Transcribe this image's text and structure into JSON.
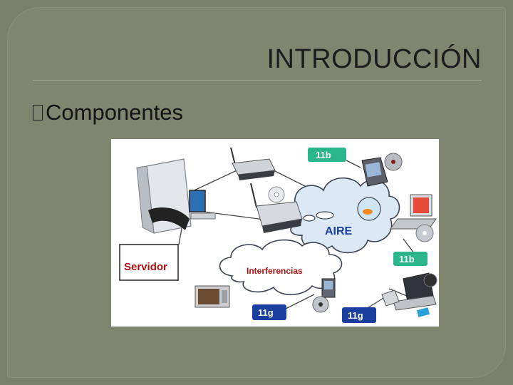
{
  "slide": {
    "title": "INTRODUCCIÓN",
    "bullet": "Componentes"
  },
  "diagram": {
    "server_label": "Servidor",
    "medium_label": "AIRE",
    "interference_label": "Interferencias",
    "standards": [
      "11b",
      "11b",
      "11g",
      "11g"
    ]
  },
  "colors": {
    "slide_bg": "#808570",
    "badge": "#2bb58a",
    "cloud": "#dce9f7",
    "server_label": "#b01010",
    "aire_label": "#1a3f9e"
  },
  "icons": [
    "server-tower-icon",
    "access-point-icon",
    "pda-icon",
    "laptop-icon",
    "microwave-icon",
    "cd-icon",
    "goldfish-bowl-icon"
  ]
}
